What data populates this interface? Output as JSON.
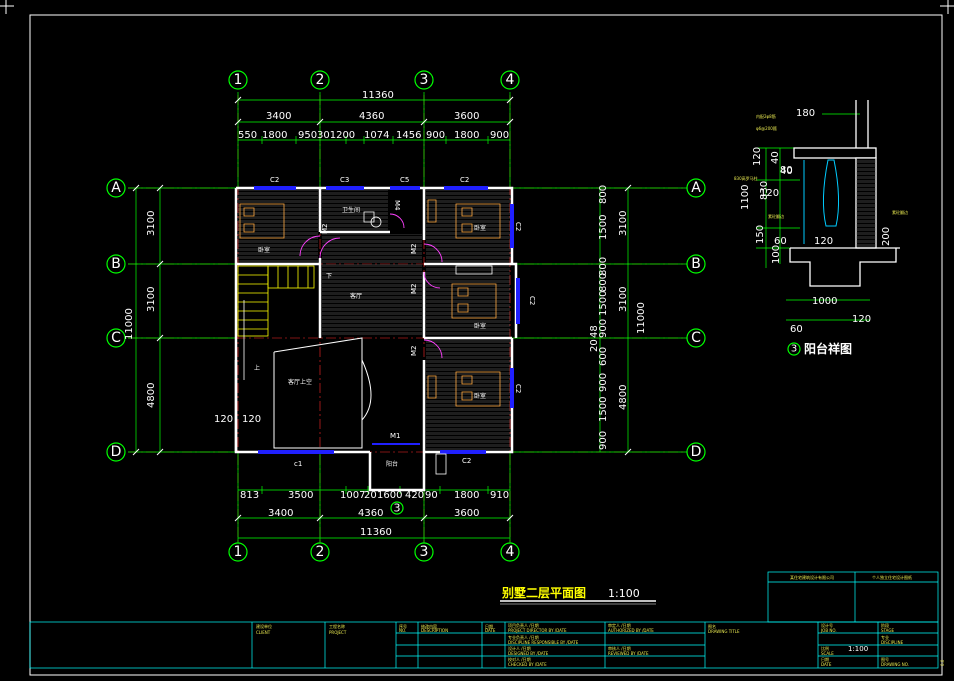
{
  "drawing": {
    "title": "别墅二层平面图",
    "scale": "1:100",
    "detail_title": "阳台祥图",
    "detail_number": "3"
  },
  "axes": {
    "top": [
      "1",
      "2",
      "3",
      "4"
    ],
    "bottom": [
      "1",
      "2",
      "3",
      "4"
    ],
    "left": [
      "A",
      "B",
      "C",
      "D"
    ],
    "right": [
      "A",
      "B",
      "C",
      "D"
    ],
    "marker": "3"
  },
  "dims": {
    "top_total": "11360",
    "top_mid": [
      "3400",
      "4360",
      "3600"
    ],
    "top_detail": [
      "550",
      "1800",
      "950",
      "301200",
      "1074",
      "1456",
      "900",
      "1800",
      "900"
    ],
    "bottom_detail": [
      "813",
      "3500",
      "1007",
      "20",
      "1600",
      "420",
      "90",
      "1800",
      "910"
    ],
    "bottom_mid": [
      "3400",
      "4360",
      "3600"
    ],
    "bottom_total": "11360",
    "left_mid": [
      "3100",
      "3100",
      "4800"
    ],
    "left_total": "11000",
    "left_small": [
      "120",
      "120"
    ],
    "right_mid": [
      "3100",
      "3100",
      "4800"
    ],
    "right_total": "11000",
    "right_detail": [
      "800",
      "1500",
      "800",
      "800",
      "1500",
      "900",
      "900",
      "1500",
      "900",
      "600",
      "20",
      "48"
    ]
  },
  "windows": [
    "C2",
    "C3",
    "C5",
    "C2",
    "C2",
    "C2",
    "C2",
    "c1",
    "C2"
  ],
  "doors": [
    "M4",
    "M2",
    "M2",
    "M2",
    "M2",
    "M1"
  ],
  "rooms": [
    "卧室",
    "卫生间",
    "卧室",
    "客厅",
    "卧室",
    "客厅上空",
    "卧室",
    "阳台",
    "上",
    "下"
  ],
  "balcony_detail": {
    "labels": [
      "内配2φ8筋",
      "φ6@200箍",
      "830高罗马柱",
      "素砼翻边",
      "素砼翻边"
    ],
    "dims": [
      "180",
      "120",
      "40",
      "80",
      "120",
      "40",
      "830",
      "1100",
      "150",
      "60",
      "120",
      "200",
      "100",
      "1000",
      "60",
      "120"
    ]
  },
  "title_block": {
    "top_right": [
      "某住宅建筑设计有限公司",
      "个人独立住宅设计图纸"
    ],
    "cells": [
      "建设单位",
      "CLIENT",
      "工程名称",
      "PROJECT",
      "序号",
      "NO.",
      "修改内容",
      "DESCRIPTION",
      "日期",
      "DATE",
      "项目负责人 /日期",
      "PROJECT DIRECTOR BY /DATE",
      "专业负责人 /日期",
      "DISCIPLINE RESPONSIBLE BY /DATE",
      "设计人 /日期",
      "DESIGNED BY /DATE",
      "审定人 /日期",
      "AUTHORIZED BY /DATE",
      "审核人 /日期",
      "REVIEWED BY /DATE",
      "校对人 /日期",
      "CHECKED BY /DATE",
      "图名",
      "DRAWING TITLE",
      "设计号",
      "JOB NO.",
      "比例",
      "SCALE",
      "日期",
      "DATE",
      "阶段",
      "STAGE",
      "专业",
      "DISCIPLINE",
      "图号",
      "DRAWING NO."
    ],
    "scale_value": "1:100",
    "edge_mark": "0.0"
  },
  "colors": {
    "wall": "#ffffff",
    "dimension": "#00ff00",
    "axis": "#ff0000",
    "window": "#0000ff",
    "door": "#ff00ff",
    "furniture": "#ffaa44",
    "title_block": "#00ffff",
    "title": "#ffff00"
  }
}
